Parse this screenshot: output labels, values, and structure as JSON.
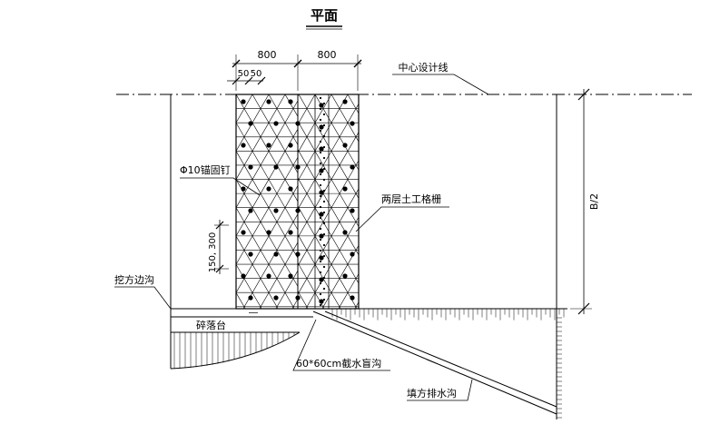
{
  "title": "平面",
  "dimensions": {
    "top_left": "800",
    "top_right": "800",
    "small_left": "50",
    "small_right": "50",
    "vertical": "150, 300",
    "half_width": "B/2"
  },
  "labels": {
    "centerline": "中心设计线",
    "anchor_nail": "Φ10锚固钉",
    "geogrid": "两层土工格栅",
    "cut_side_ditch": "挖方边沟",
    "rockfall_platform": "碎落台",
    "blind_ditch": "60*60cm截水盲沟",
    "fill_drain_ditch": "填方排水沟"
  }
}
